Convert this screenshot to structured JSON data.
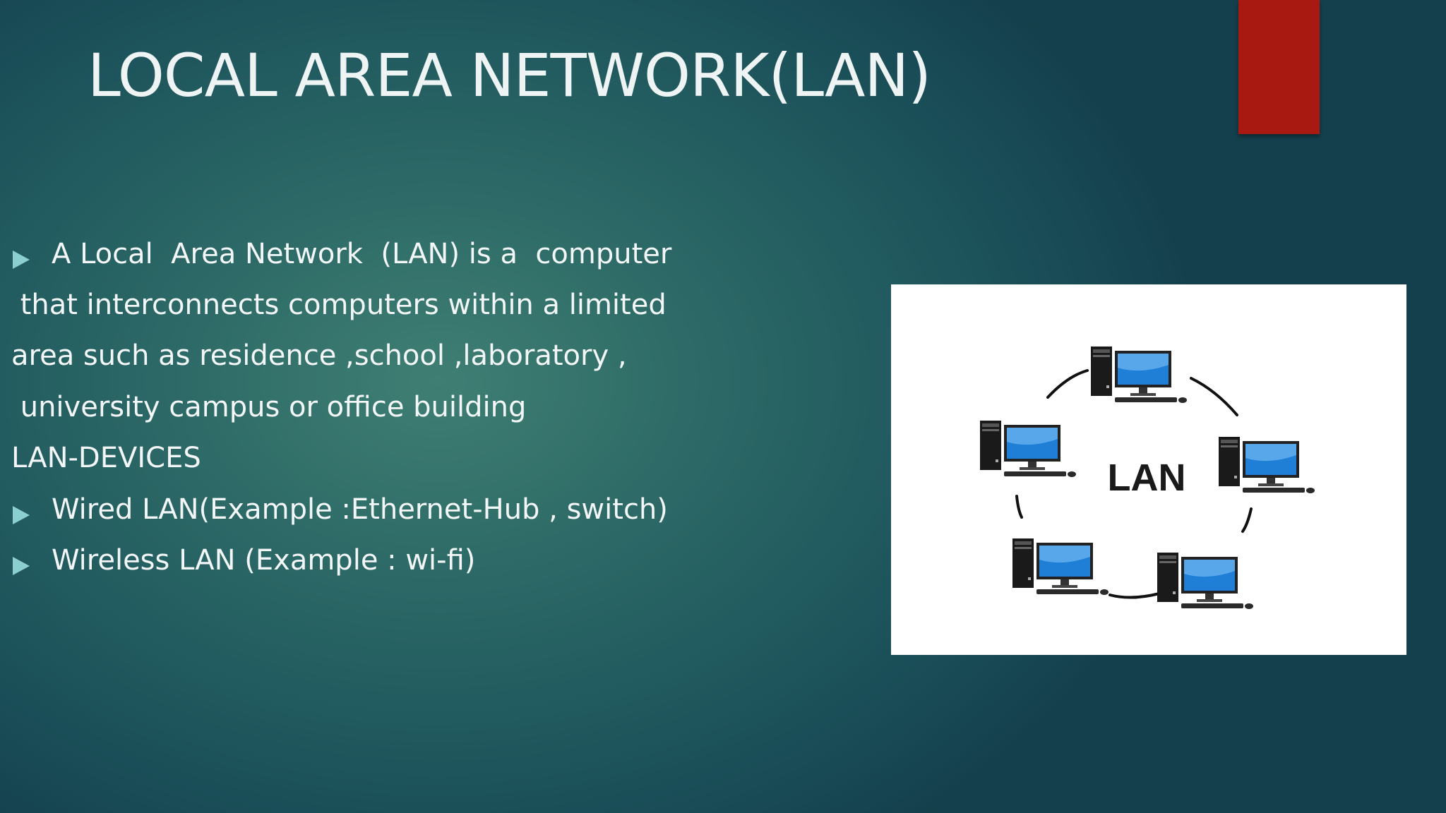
{
  "slide": {
    "title": "LOCAL AREA NETWORK(LAN)",
    "body": {
      "line1": "A Local  Area Network  (LAN) is a  computer",
      "line2": " that interconnects computers within a limited",
      "line3": "area such as residence ,school ,laboratory ,",
      "line4": " university campus or office building",
      "line5": "LAN-DEVICES",
      "line6": "Wired LAN(Example :Ethernet-Hub , switch)",
      "line7": "Wireless LAN (Example : wi-fi)"
    },
    "diagram": {
      "center_label": "LAN"
    },
    "colors": {
      "accent": "#a81912",
      "bullet": "#8ccfd0",
      "text": "#f2f6f6",
      "monitor_screen": "#1f7fd6"
    },
    "icons": {
      "bullet": "triangle-bullet-icon",
      "computer": "desktop-computer-icon"
    }
  }
}
